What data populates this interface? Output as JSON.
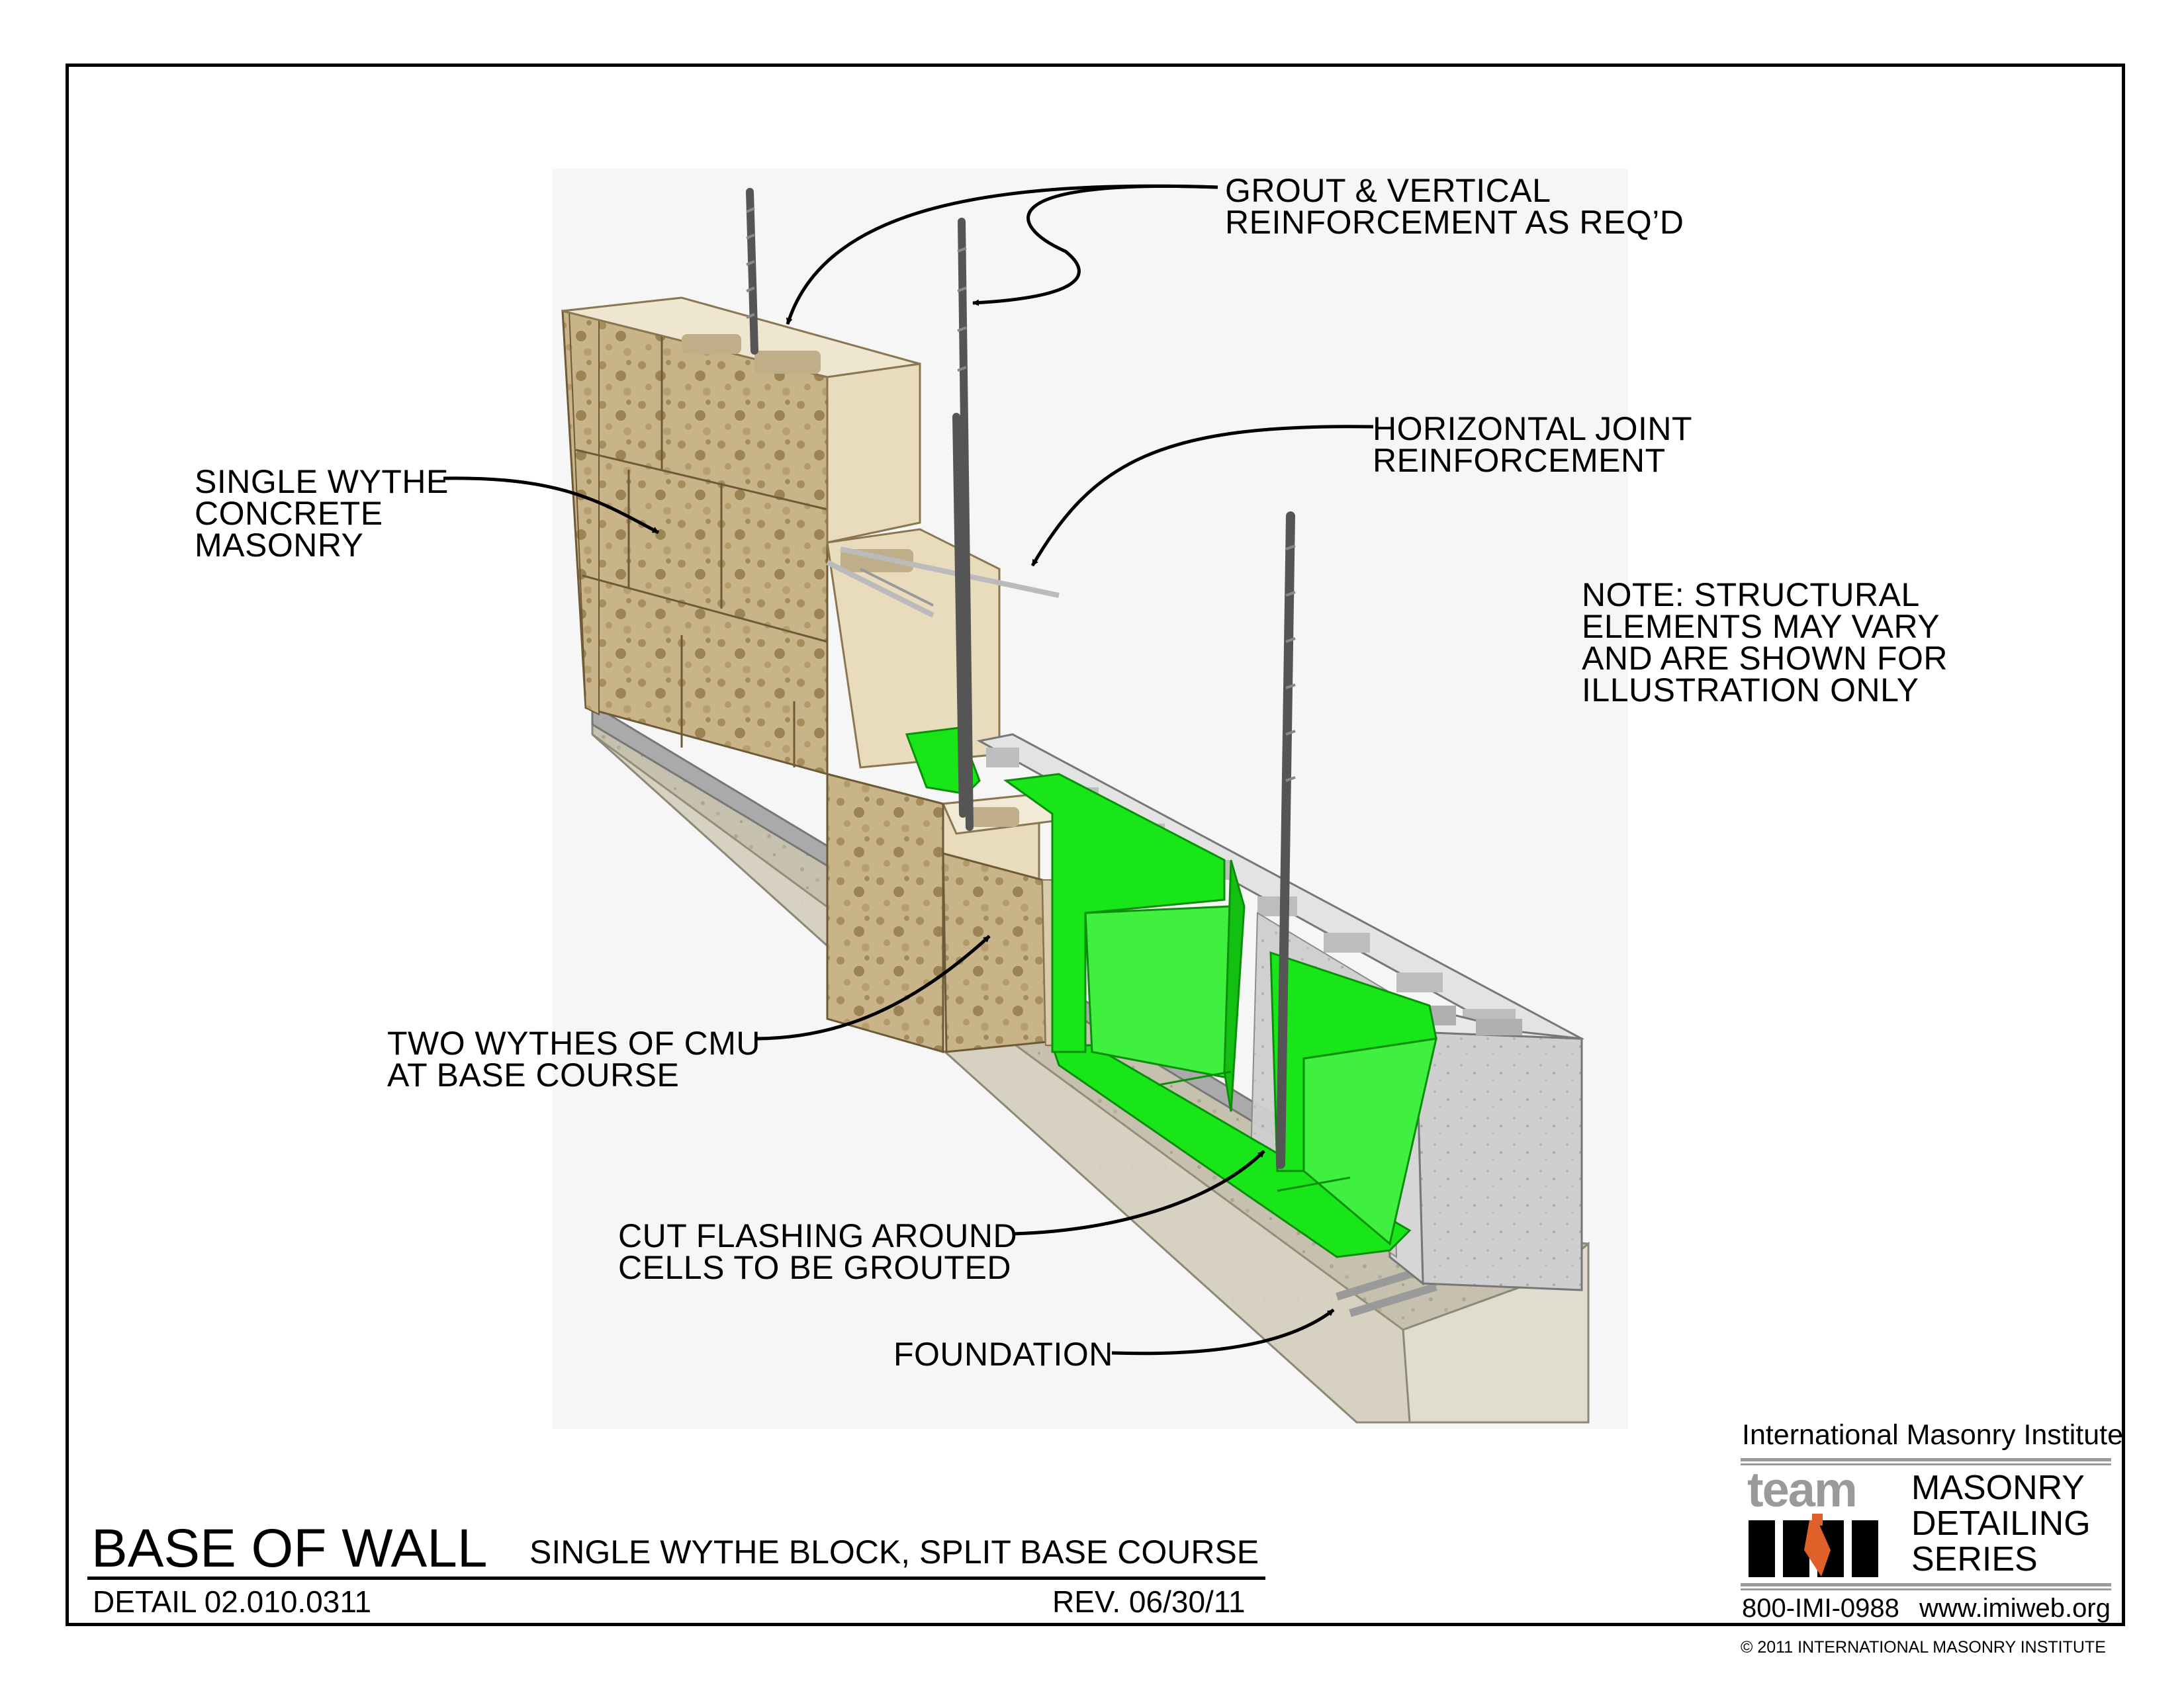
{
  "callouts": {
    "grout": "GROUT & VERTICAL\nREINFORCEMENT AS REQ’D",
    "joint": "HORIZONTAL JOINT\nREINFORCEMENT",
    "single_wythe": "SINGLE WYTHE\nCONCRETE\nMASONRY",
    "note": "NOTE: STRUCTURAL\nELEMENTS MAY VARY\nAND ARE SHOWN FOR\nILLUSTRATION ONLY",
    "two_wythes": "TWO WYTHES OF CMU\nAT BASE COURSE",
    "cut_flashing": "CUT FLASHING AROUND\nCELLS TO BE GROUTED",
    "foundation": "FOUNDATION"
  },
  "title_block": {
    "title": "BASE OF WALL",
    "subtitle": "SINGLE WYTHE BLOCK, SPLIT BASE COURSE",
    "detail": "DETAIL 02.010.0311",
    "revision": "REV. 06/30/11"
  },
  "logo": {
    "organization": "International Masonry Institute",
    "team": "team",
    "series": "MASONRY\nDETAILING\nSERIES",
    "phone": "800-IMI-0988",
    "website": "www.imiweb.org",
    "copyright": "© 2011 INTERNATIONAL MASONRY INSTITUTE"
  },
  "colors": {
    "flashing": "#19e619",
    "split_face_block": "#c9b48a",
    "smooth_block": "#e8dcbc",
    "grey_cmu": "#c8c8c8",
    "foundation": "#bdb7a6",
    "rebar": "#555555"
  }
}
